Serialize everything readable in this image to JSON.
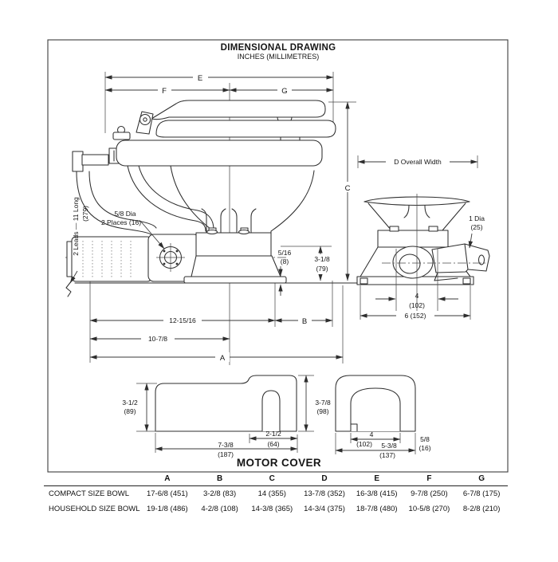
{
  "title": {
    "main": "DIMENSIONAL DRAWING",
    "sub": "INCHES (MILLIMETRES)"
  },
  "side_view": {
    "dim_e": "E",
    "dim_f": "F",
    "dim_g": "G",
    "dim_c": "C",
    "dim_a": "A",
    "dim_b": "B",
    "dim_12_15_16": "12-15/16",
    "dim_10_7_8": "10-7/8",
    "dim_5_16": "5/16",
    "dim_5_16_mm": "(8)",
    "dim_3_1_8": "3-1/8",
    "dim_3_1_8_mm": "(79)",
    "leads_label": "2 Leads — 11 Long",
    "leads_mm": "(279)",
    "dia_label": "5/8 Dia",
    "dia_label2": "2 Places (16)"
  },
  "front_view": {
    "dim_d": "D Overall Width",
    "dia_label": "1 Dia",
    "dia_mm": "(25)",
    "dim_4": "4",
    "dim_4_mm": "(102)",
    "dim_6": "6 (152)"
  },
  "motor_cover": {
    "caption": "MOTOR COVER",
    "side": {
      "height_left": "3-1/2",
      "height_left_mm": "(89)",
      "height_right": "3-7/8",
      "height_right_mm": "(98)",
      "notch_width": "2-1/2",
      "notch_width_mm": "(64)",
      "base_width": "7-3/8",
      "base_width_mm": "(187)"
    },
    "end": {
      "inner_width": "4",
      "inner_width_mm": "(102)",
      "outer_width": "5-3/8",
      "outer_width_mm": "(137)",
      "wall": "5/8",
      "wall_mm": "(16)"
    }
  },
  "table": {
    "columns": [
      "A",
      "B",
      "C",
      "D",
      "E",
      "F",
      "G"
    ],
    "rows": [
      {
        "label": "COMPACT SIZE BOWL",
        "values": [
          "17-6/8 (451)",
          "3-2/8 (83)",
          "14 (355)",
          "13-7/8 (352)",
          "16-3/8 (415)",
          "9-7/8 (250)",
          "6-7/8 (175)"
        ]
      },
      {
        "label": "HOUSEHOLD SIZE BOWL",
        "values": [
          "19-1/8 (486)",
          "4-2/8 (108)",
          "14-3/8 (365)",
          "14-3/4 (375)",
          "18-7/8 (480)",
          "10-5/8 (270)",
          "8-2/8 (210)"
        ]
      }
    ]
  }
}
